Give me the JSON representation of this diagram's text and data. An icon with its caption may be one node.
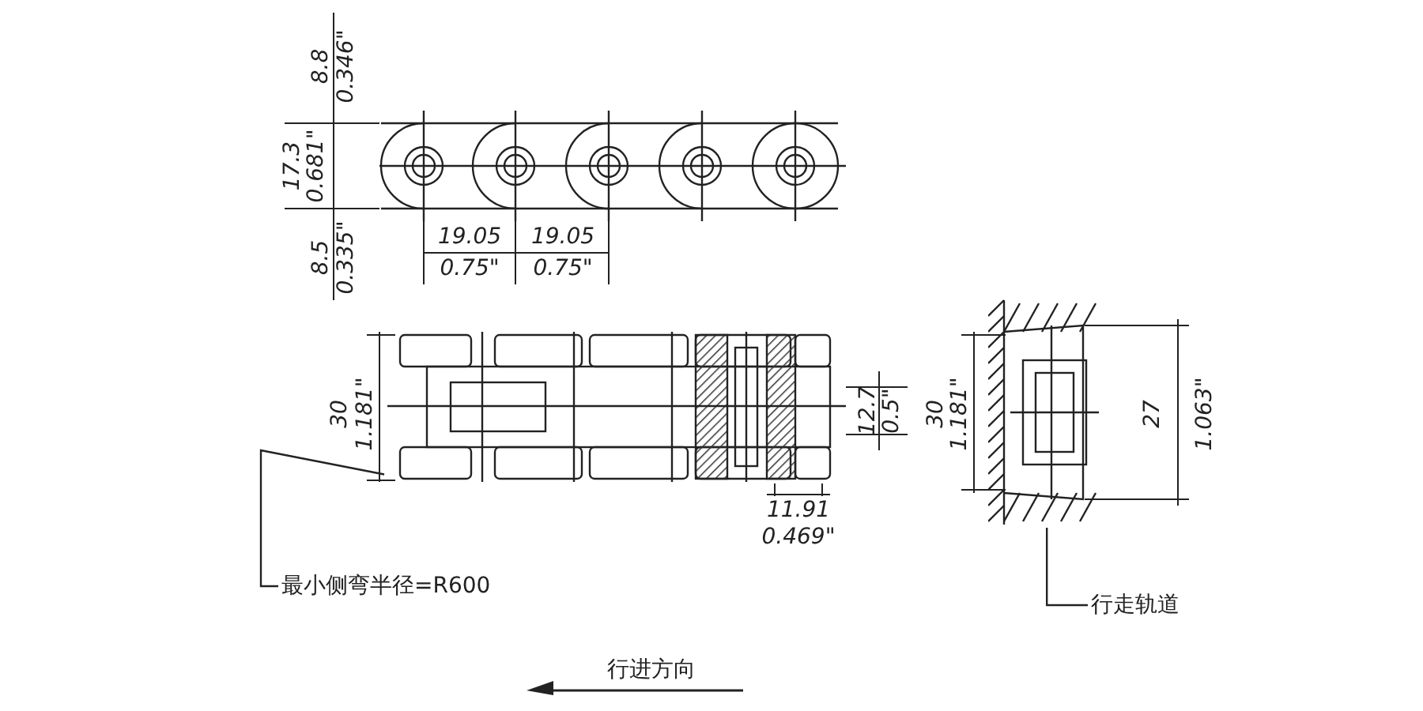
{
  "diagram": {
    "nodes": [
      {
        "text": [
          "最小侧弯半径=R600"
        ]
      },
      {
        "text": [],
        "shape": "picture"
      },
      {
        "text": [
          "行走轨道"
        ]
      },
      {
        "text": [],
        "shape": "picture"
      }
    ],
    "edges": [
      {
        "from": 0,
        "to": 1,
        "arrow": "none"
      },
      {
        "from": 2,
        "to": 3,
        "arrow": "none"
      }
    ],
    "labels": [
      "8.8",
      "0.346\"",
      "17.3",
      "0.681\"",
      "8.5",
      "0.335\"",
      "19.05",
      "0.75\"",
      "19.05",
      "0.75\"",
      "30",
      "1.181\"",
      "12.7",
      "0.5\"",
      "11.91",
      "0.469\"",
      "30",
      "1.181\"",
      "27",
      "1.063\"",
      "行进方向"
    ]
  }
}
